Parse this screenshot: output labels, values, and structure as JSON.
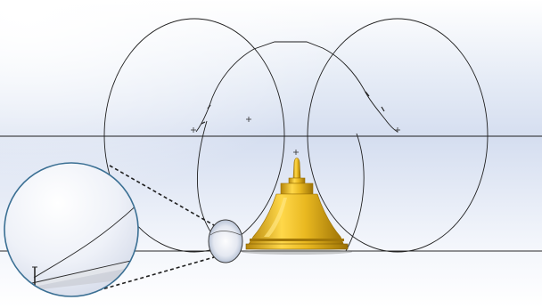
{
  "scene": {
    "type": "cad-sketch-viewport",
    "icon": "cad-viewport",
    "background_top_color": "#dfe6f3",
    "background_mid_color": "#c8d3ea",
    "background_bottom_color": "#ffffff",
    "sketch_line_color": "#1f1f1f",
    "origin_marker_color": "#333333"
  },
  "bell": {
    "icon": "bell-part",
    "body_color": "#e9b820",
    "highlight_color": "#ffd84a",
    "shadow_color": "#b5860c"
  },
  "detail_view": {
    "icon": "magnifier-detail-circle",
    "leader_line_style": "dashed",
    "outline_color": "#3a6f93"
  }
}
